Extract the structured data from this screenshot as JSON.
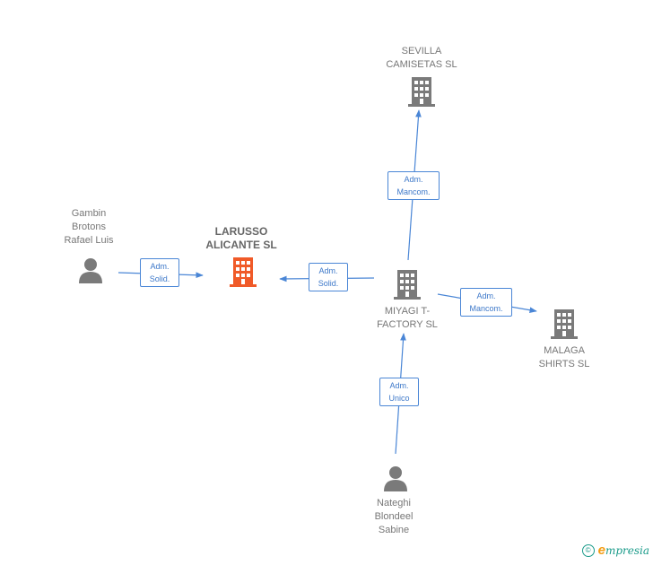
{
  "nodes": {
    "sevilla": {
      "label": "SEVILLA\nCAMISETAS  SL",
      "kind": "company"
    },
    "larusso": {
      "label": "LARUSSO\nALICANTE  SL",
      "kind": "company-main"
    },
    "miyagi": {
      "label": "MIYAGI T-\nFACTORY SL",
      "kind": "company"
    },
    "malaga": {
      "label": "MALAGA\nSHIRTS  SL",
      "kind": "company"
    },
    "gambin": {
      "label": "Gambin\nBrotons\nRafael Luis",
      "kind": "person"
    },
    "nateghi": {
      "label": "Nateghi\nBlondeel\nSabine",
      "kind": "person"
    }
  },
  "edges": {
    "gambin_larusso": "Adm.\nSolid.",
    "miyagi_larusso": "Adm.\nSolid.",
    "miyagi_sevilla": "Adm.\nMancom.",
    "miyagi_malaga": "Adm.\nMancom.",
    "nateghi_miyagi": "Adm.\nUnico"
  },
  "colors": {
    "company": "#7a7a7a",
    "company_main": "#f05a28",
    "person": "#7a7a7a",
    "edge": "#4a86d6"
  },
  "footer": {
    "copyright": "©",
    "brand_initial": "e",
    "brand_rest": "mpresia"
  }
}
